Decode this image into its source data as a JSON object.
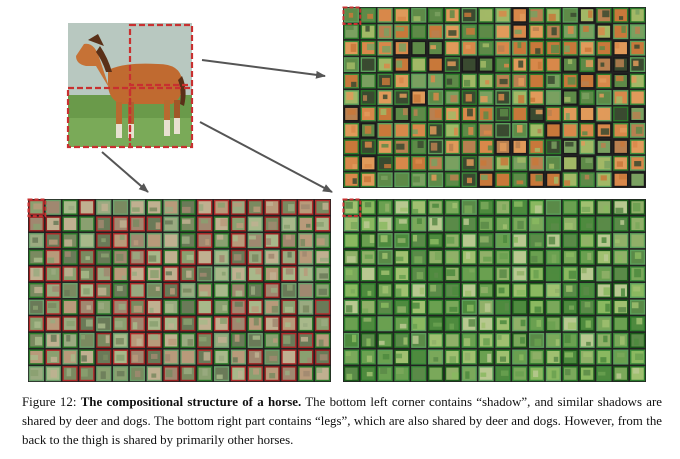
{
  "figure": {
    "grids": [
      {
        "id": "top-right",
        "rows": 11,
        "cols": 18,
        "frame": "#1a1a1a",
        "palette": [
          "#c8783a",
          "#d8884a",
          "#7aa060",
          "#a2b866",
          "#5e8a48",
          "#b88050",
          "#3a4a30",
          "#e09a5a"
        ],
        "cell_borders": [
          "#2a7a2a",
          "#5aa05a",
          "#1a1a1a",
          "#3a8a3a"
        ]
      },
      {
        "id": "bottom-left",
        "rows": 11,
        "cols": 18,
        "frame": "#1a1a1a",
        "palette": [
          "#8aa070",
          "#a8b88a",
          "#7a8a60",
          "#b89a7a",
          "#9aaa80",
          "#6a7a58",
          "#c0b090",
          "#a08870"
        ],
        "cell_borders": [
          "#b02a2a",
          "#2a7a2a",
          "#6aa06a",
          "#9a2020"
        ]
      },
      {
        "id": "bottom-right",
        "rows": 11,
        "cols": 18,
        "frame": "#1a1a1a",
        "palette": [
          "#6aa050",
          "#8ab860",
          "#4e8a3e",
          "#a0c070",
          "#7aa85a",
          "#b8c890",
          "#5a8a48",
          "#90b068"
        ],
        "cell_borders": [
          "#2a7a2a",
          "#5aa05a",
          "#3a8a3a",
          "#1a5a1a"
        ]
      }
    ],
    "horse_colors": {
      "sky": "#b8c8c0",
      "grass": "#6a9a4a",
      "body": "#c06a30",
      "mane": "#5a3018",
      "legs": "#e8e0d0"
    },
    "highlight_color": "#c83030",
    "arrow_color": "#555555"
  },
  "caption": {
    "label": "Figure 12:",
    "title": "The compositional structure of a horse.",
    "body": "The bottom left corner contains “shadow”, and similar shadows are shared by deer and dogs. The bottom right part contains “legs”, which are also shared by deer and dogs. However, from the back to the thigh is shared by primarily other horses."
  }
}
